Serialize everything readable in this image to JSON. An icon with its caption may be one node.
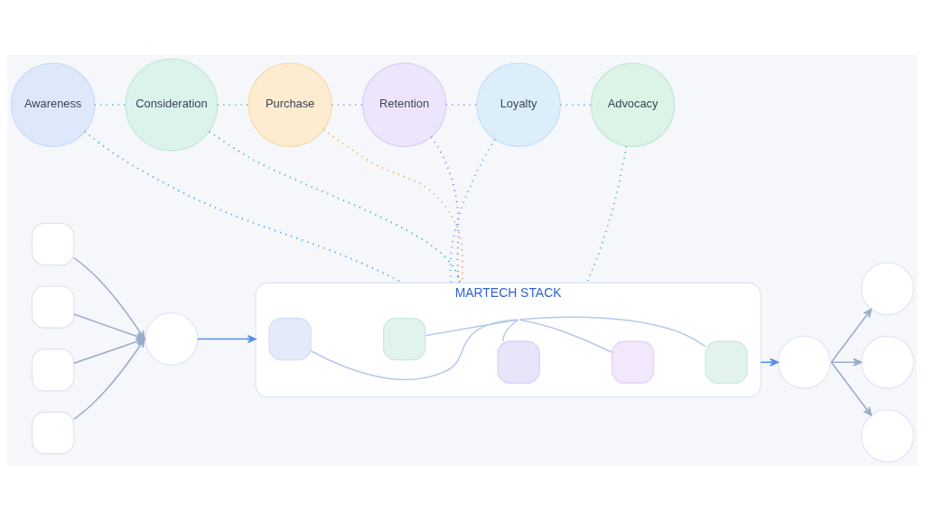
{
  "diagram": {
    "nodes": [
      {
        "text": [
          "Awareness"
        ]
      },
      {
        "text": [
          "Consideration"
        ]
      },
      {
        "text": [
          "Purchase"
        ]
      },
      {
        "text": [
          "Retention"
        ]
      },
      {
        "text": [
          "Loyalty"
        ]
      },
      {
        "text": [
          "Advocacy"
        ]
      },
      {
        "text": [],
        "shape": "box"
      },
      {
        "text": [],
        "shape": "box"
      },
      {
        "text": [],
        "shape": "box"
      },
      {
        "text": [],
        "shape": "box"
      },
      {
        "text": [],
        "shape": "circle"
      },
      {
        "text": [
          "MARTECH STACK"
        ]
      },
      {
        "text": [],
        "shape": "box",
        "in": 11
      },
      {
        "text": [],
        "shape": "box",
        "in": 11
      },
      {
        "text": [],
        "shape": "box",
        "in": 11
      },
      {
        "text": [],
        "shape": "box",
        "in": 11
      },
      {
        "text": [],
        "shape": "box",
        "in": 11
      },
      {
        "text": [],
        "shape": "circle"
      },
      {
        "text": [],
        "shape": "circle"
      },
      {
        "text": [],
        "shape": "circle"
      },
      {
        "text": [],
        "shape": "circle"
      }
    ],
    "edges": [
      {
        "from": 0,
        "to": 1,
        "arrow": "none",
        "style": "dashed",
        "color": "#5aa9d6"
      },
      {
        "from": 1,
        "to": 2,
        "arrow": "none",
        "style": "dashed",
        "color": "#4fb5a0"
      },
      {
        "from": 2,
        "to": 3,
        "arrow": "none",
        "style": "dashed",
        "color": "#8c8fd8"
      },
      {
        "from": 3,
        "to": 4,
        "arrow": "none",
        "style": "dashed",
        "color": "#8a84e3"
      },
      {
        "from": 4,
        "to": 5,
        "arrow": "none",
        "style": "dashed",
        "color": "#5fb0cc"
      },
      {
        "from": 0,
        "to": 11,
        "arrow": "none",
        "style": "dashed",
        "color": "#3d9be9"
      },
      {
        "from": 1,
        "to": 11,
        "arrow": "none",
        "style": "dashed",
        "color": "#36b58e"
      },
      {
        "from": 2,
        "to": 11,
        "arrow": "none",
        "style": "dashed",
        "color": "#f2a63a"
      },
      {
        "from": 3,
        "to": 11,
        "arrow": "none",
        "style": "dashed",
        "color": "#9a6be6"
      },
      {
        "from": 4,
        "to": 11,
        "arrow": "none",
        "style": "dashed",
        "color": "#58a9f0"
      },
      {
        "from": 5,
        "to": 11,
        "arrow": "none",
        "style": "dashed",
        "color": "#45bf88"
      },
      {
        "from": 6,
        "to": 10,
        "arrow": "to"
      },
      {
        "from": 7,
        "to": 10,
        "arrow": "to"
      },
      {
        "from": 8,
        "to": 10,
        "arrow": "to"
      },
      {
        "from": 9,
        "to": 10,
        "arrow": "to"
      },
      {
        "from": 10,
        "to": 11,
        "arrow": "to",
        "color": "#5b8fe8"
      },
      {
        "from": 11,
        "to": 12,
        "arrow": "none",
        "color": "#b6c9ea"
      },
      {
        "from": 11,
        "to": 13,
        "arrow": "none",
        "color": "#b6c9ea"
      },
      {
        "from": 11,
        "to": 14,
        "arrow": "none",
        "color": "#b6c9ea"
      },
      {
        "from": 11,
        "to": 15,
        "arrow": "none",
        "color": "#b6c9ea"
      },
      {
        "from": 11,
        "to": 16,
        "arrow": "none",
        "color": "#b6c9ea"
      },
      {
        "from": 11,
        "to": 17,
        "arrow": "to",
        "color": "#5b8fe8"
      },
      {
        "from": 17,
        "to": 18,
        "arrow": "to"
      },
      {
        "from": 17,
        "to": 19,
        "arrow": "to"
      },
      {
        "from": 17,
        "to": 20,
        "arrow": "to"
      }
    ]
  }
}
